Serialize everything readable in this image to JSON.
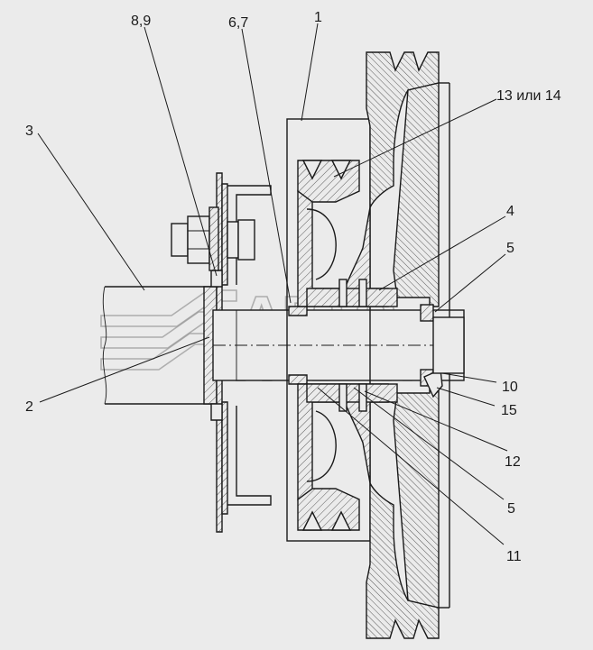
{
  "callouts": [
    {
      "id": "c1",
      "text": "1"
    },
    {
      "id": "c2",
      "text": "2"
    },
    {
      "id": "c3",
      "text": "3"
    },
    {
      "id": "c4",
      "text": "4"
    },
    {
      "id": "c5a",
      "text": "5"
    },
    {
      "id": "c5b",
      "text": "5"
    },
    {
      "id": "c67",
      "text": "6,7"
    },
    {
      "id": "c89",
      "text": "8,9"
    },
    {
      "id": "c10",
      "text": "10"
    },
    {
      "id": "c11",
      "text": "11"
    },
    {
      "id": "c12",
      "text": "12"
    },
    {
      "id": "c13",
      "text": "13 или 14"
    },
    {
      "id": "c15",
      "text": "15"
    }
  ],
  "watermark": {
    "line1": "АВТО",
    "line2": "АЛЬЯНС"
  }
}
